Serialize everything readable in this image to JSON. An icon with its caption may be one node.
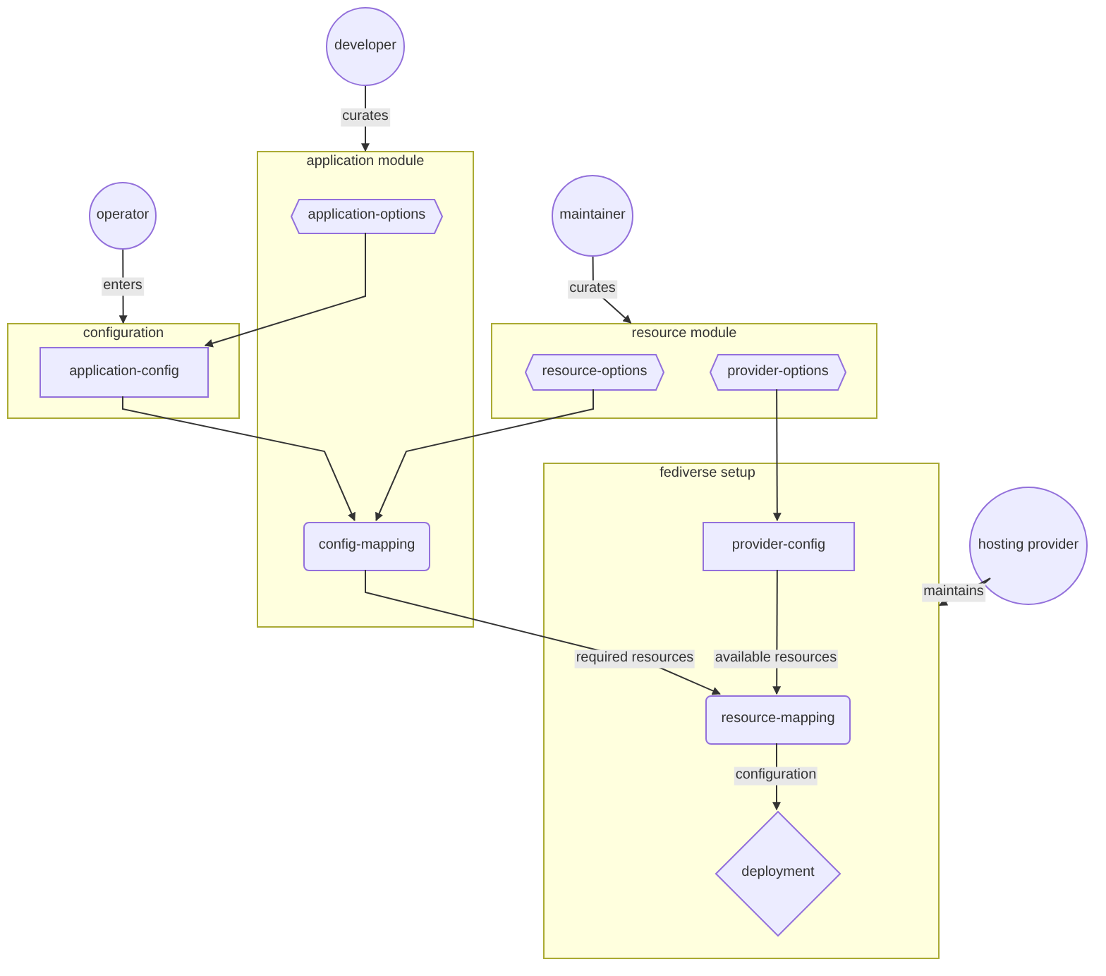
{
  "diagram": {
    "nodes": [
      {
        "text": [
          "developer"
        ]
      },
      {
        "text": [
          "application module"
        ]
      },
      {
        "text": [
          "application-options"
        ],
        "in": 1
      },
      {
        "text": [
          "config-mapping"
        ],
        "in": 1
      },
      {
        "text": [
          "operator"
        ]
      },
      {
        "text": [
          "configuration"
        ]
      },
      {
        "text": [
          "application-config"
        ],
        "in": 5
      },
      {
        "text": [
          "maintainer"
        ]
      },
      {
        "text": [
          "resource module"
        ]
      },
      {
        "text": [
          "resource-options"
        ],
        "in": 8
      },
      {
        "text": [
          "provider-options"
        ],
        "in": 8
      },
      {
        "text": [
          "fediverse setup"
        ]
      },
      {
        "text": [
          "provider-config"
        ],
        "in": 11
      },
      {
        "text": [
          "resource-mapping"
        ],
        "in": 11
      },
      {
        "text": [
          "deployment"
        ],
        "in": 11
      },
      {
        "text": [
          "hosting provider"
        ]
      }
    ],
    "edges": [
      {
        "from": 0,
        "to": 1,
        "arrow": "to",
        "label": "curates"
      },
      {
        "from": 4,
        "to": 5,
        "arrow": "to",
        "label": "enters"
      },
      {
        "from": 2,
        "to": 6,
        "arrow": "to"
      },
      {
        "from": 7,
        "to": 8,
        "arrow": "to",
        "label": "curates"
      },
      {
        "from": 6,
        "to": 3,
        "arrow": "to"
      },
      {
        "from": 9,
        "to": 3,
        "arrow": "to"
      },
      {
        "from": 10,
        "to": 12,
        "arrow": "to"
      },
      {
        "from": 3,
        "to": 13,
        "arrow": "to",
        "label": "required resources"
      },
      {
        "from": 12,
        "to": 13,
        "arrow": "to",
        "label": "available resources"
      },
      {
        "from": 13,
        "to": 14,
        "arrow": "to",
        "label": "configuration"
      },
      {
        "from": 15,
        "to": 11,
        "arrow": "to",
        "label": "maintains"
      }
    ]
  }
}
